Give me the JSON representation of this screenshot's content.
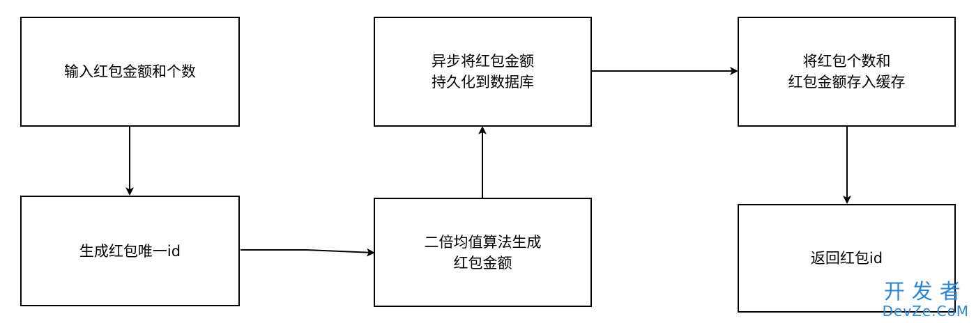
{
  "diagram": {
    "nodes": {
      "input": {
        "lines": [
          "输入红包金额和个数"
        ]
      },
      "generate_id": {
        "lines": [
          "生成红包唯一id"
        ]
      },
      "calc_amount": {
        "lines": [
          "二倍均值算法生成",
          "红包金额"
        ]
      },
      "persist_db": {
        "lines": [
          "异步将红包金额",
          "持久化到数据库"
        ]
      },
      "cache": {
        "lines": [
          "将红包个数和",
          "红包金额存入缓存"
        ]
      },
      "return_id": {
        "lines": [
          "返回红包id"
        ]
      }
    },
    "edges": [
      {
        "from": "input",
        "to": "generate_id"
      },
      {
        "from": "generate_id",
        "to": "calc_amount"
      },
      {
        "from": "calc_amount",
        "to": "persist_db"
      },
      {
        "from": "persist_db",
        "to": "cache"
      },
      {
        "from": "cache",
        "to": "return_id"
      }
    ]
  },
  "watermark": {
    "chinese": "开发者",
    "english": "DevZe.CoM"
  },
  "colors": {
    "stroke": "#000000",
    "watermark": "#2e86d6"
  }
}
